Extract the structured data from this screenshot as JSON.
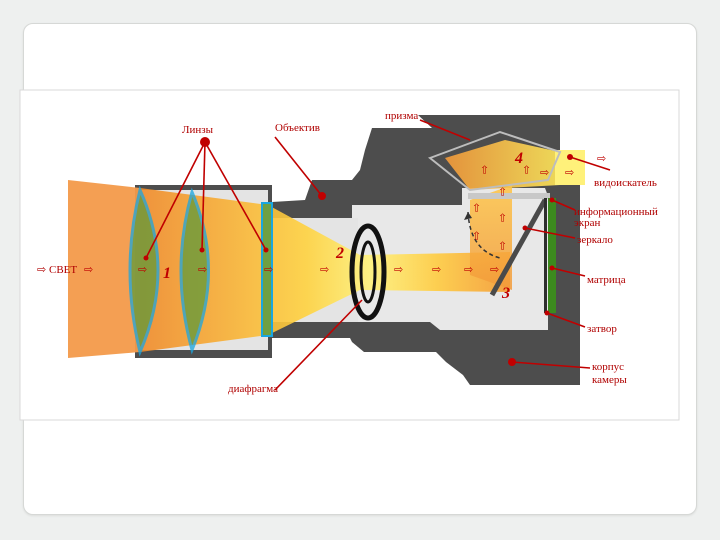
{
  "diagram": {
    "labels": {
      "light": "СВЕТ",
      "lens": "Линзы",
      "objective": "Объектив",
      "prism": "призма",
      "viewfinder": "видоискатель",
      "info_screen_line1": "информационный",
      "info_screen_line2": "экран",
      "mirror": "зеркало",
      "sensor": "матрица",
      "shutter": "затвор",
      "body_line1": "корпус",
      "body_line2": "камеры",
      "aperture": "диафрагма"
    },
    "numbers": [
      "1",
      "2",
      "3",
      "4"
    ],
    "arrow_glyph": "⇨",
    "colors": {
      "body": "#4d4d4d",
      "lens_glass": "#19a6e0",
      "lens_green": "#5f9a3a",
      "light_orange": "#f08a2a",
      "light_yellow": "#ffe04a",
      "label_red": "#b00000",
      "sensor_green": "#3c8a1e"
    },
    "icons": [
      "lens-element",
      "aperture-blades",
      "mirror",
      "prism",
      "sensor",
      "shutter"
    ]
  }
}
